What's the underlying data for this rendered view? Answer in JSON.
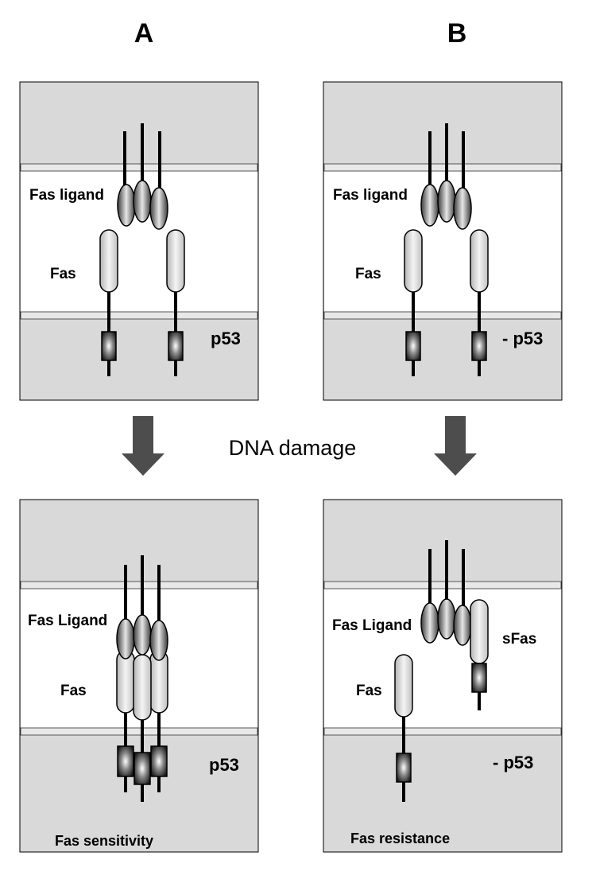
{
  "columns": {
    "a": "A",
    "b": "B"
  },
  "transition": {
    "label": "DNA damage"
  },
  "panels": {
    "top_a": {
      "ligand_label": "Fas ligand",
      "fas_label": "Fas",
      "p53_label": "p53"
    },
    "top_b": {
      "ligand_label": "Fas ligand",
      "fas_label": "Fas",
      "p53_label": "- p53"
    },
    "bottom_a": {
      "ligand_label": "Fas Ligand",
      "fas_label": "Fas",
      "p53_label": "p53",
      "outcome_label": "Fas sensitivity"
    },
    "bottom_b": {
      "ligand_label": "Fas Ligand",
      "fas_label": "Fas",
      "sfas_label": "sFas",
      "p53_label": "- p53",
      "outcome_label": "Fas resistance"
    }
  },
  "colors": {
    "outer_region": "#d9d9d9",
    "inner_region": "#ffffff",
    "membrane": "#e8e8e8",
    "arrow": "#4d4d4d",
    "stroke": "#000000"
  }
}
